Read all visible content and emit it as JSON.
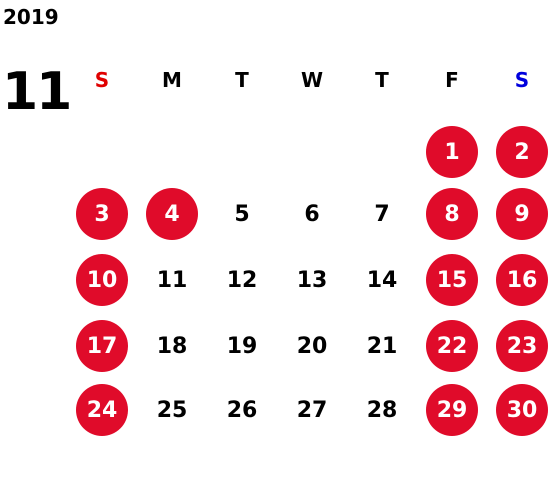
{
  "calendar": {
    "year": "2019",
    "month": "11",
    "weekdays": [
      {
        "label": "S",
        "color": "#e00000"
      },
      {
        "label": "M",
        "color": "#000000"
      },
      {
        "label": "T",
        "color": "#000000"
      },
      {
        "label": "W",
        "color": "#000000"
      },
      {
        "label": "T",
        "color": "#000000"
      },
      {
        "label": "F",
        "color": "#000000"
      },
      {
        "label": "S",
        "color": "#0000dd"
      }
    ],
    "highlight_color": "#e00b2a",
    "weeks": [
      [
        null,
        null,
        null,
        null,
        null,
        {
          "day": "1",
          "highlight": true
        },
        {
          "day": "2",
          "highlight": true
        }
      ],
      [
        {
          "day": "3",
          "highlight": true
        },
        {
          "day": "4",
          "highlight": true
        },
        {
          "day": "5",
          "highlight": false
        },
        {
          "day": "6",
          "highlight": false
        },
        {
          "day": "7",
          "highlight": false
        },
        {
          "day": "8",
          "highlight": true
        },
        {
          "day": "9",
          "highlight": true
        }
      ],
      [
        {
          "day": "10",
          "highlight": true
        },
        {
          "day": "11",
          "highlight": false
        },
        {
          "day": "12",
          "highlight": false
        },
        {
          "day": "13",
          "highlight": false
        },
        {
          "day": "14",
          "highlight": false
        },
        {
          "day": "15",
          "highlight": true
        },
        {
          "day": "16",
          "highlight": true
        }
      ],
      [
        {
          "day": "17",
          "highlight": true
        },
        {
          "day": "18",
          "highlight": false
        },
        {
          "day": "19",
          "highlight": false
        },
        {
          "day": "20",
          "highlight": false
        },
        {
          "day": "21",
          "highlight": false
        },
        {
          "day": "22",
          "highlight": true
        },
        {
          "day": "23",
          "highlight": true
        }
      ],
      [
        {
          "day": "24",
          "highlight": true
        },
        {
          "day": "25",
          "highlight": false
        },
        {
          "day": "26",
          "highlight": false
        },
        {
          "day": "27",
          "highlight": false
        },
        {
          "day": "28",
          "highlight": false
        },
        {
          "day": "29",
          "highlight": true
        },
        {
          "day": "30",
          "highlight": true
        }
      ]
    ]
  }
}
